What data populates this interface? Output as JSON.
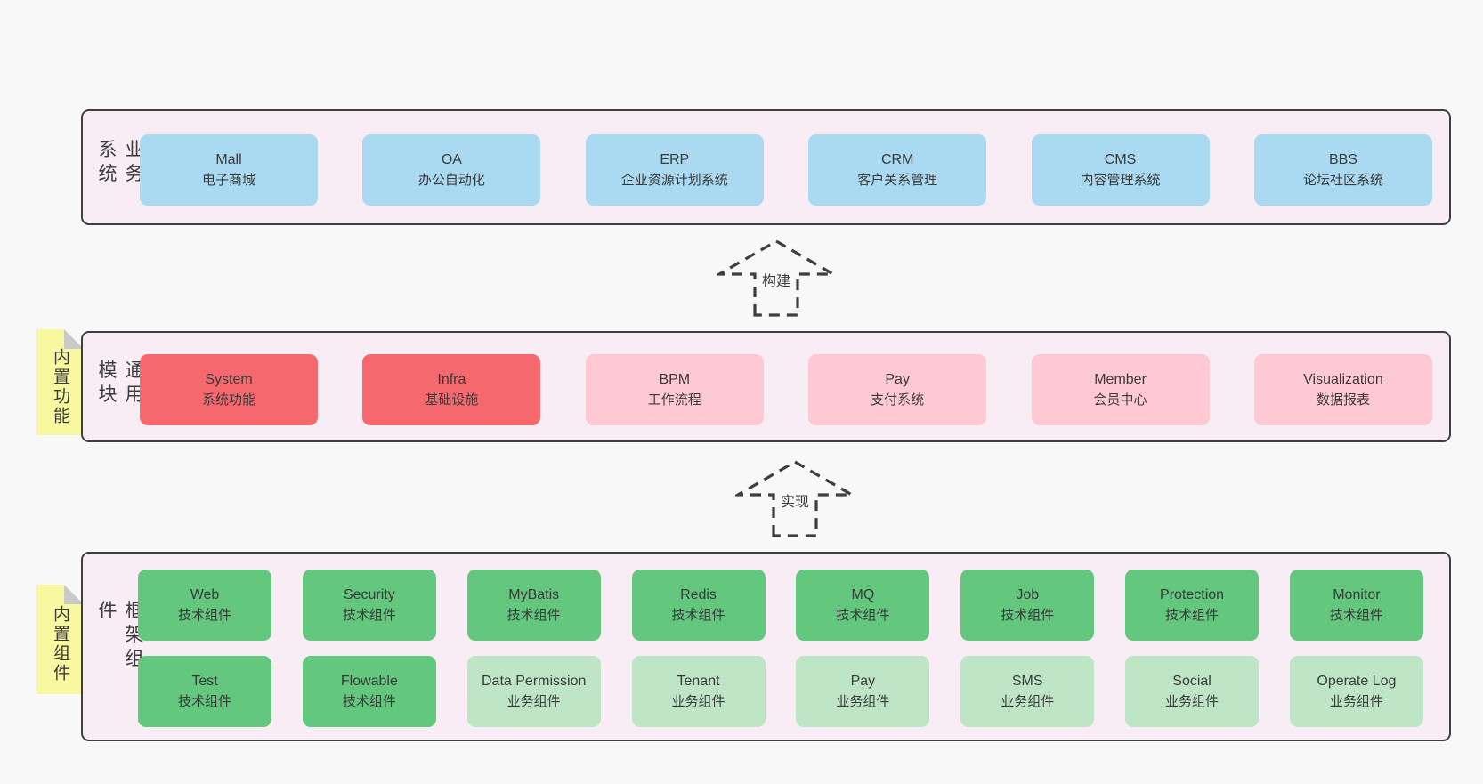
{
  "diagram": {
    "arrows": [
      {
        "label": "构建"
      },
      {
        "label": "实现"
      }
    ],
    "bands": [
      {
        "label": "业务系统",
        "boxes": [
          {
            "name": "Mall",
            "desc": "电子商城"
          },
          {
            "name": "OA",
            "desc": "办公自动化"
          },
          {
            "name": "ERP",
            "desc": "企业资源计划系统"
          },
          {
            "name": "CRM",
            "desc": "客户关系管理"
          },
          {
            "name": "CMS",
            "desc": "内容管理系统"
          },
          {
            "name": "BBS",
            "desc": "论坛社区系统"
          }
        ]
      },
      {
        "label": "通用模块",
        "note": "内置功能",
        "boxes": [
          {
            "name": "System",
            "desc": "系统功能"
          },
          {
            "name": "Infra",
            "desc": "基础设施"
          },
          {
            "name": "BPM",
            "desc": "工作流程"
          },
          {
            "name": "Pay",
            "desc": "支付系统"
          },
          {
            "name": "Member",
            "desc": "会员中心"
          },
          {
            "name": "Visualization",
            "desc": "数据报表"
          }
        ]
      },
      {
        "label": "框架组件",
        "note": "内置组件",
        "rows": [
          [
            {
              "name": "Web",
              "desc": "技术组件"
            },
            {
              "name": "Security",
              "desc": "技术组件"
            },
            {
              "name": "MyBatis",
              "desc": "技术组件"
            },
            {
              "name": "Redis",
              "desc": "技术组件"
            },
            {
              "name": "MQ",
              "desc": "技术组件"
            },
            {
              "name": "Job",
              "desc": "技术组件"
            },
            {
              "name": "Protection",
              "desc": "技术组件"
            },
            {
              "name": "Monitor",
              "desc": "技术组件"
            }
          ],
          [
            {
              "name": "Test",
              "desc": "技术组件"
            },
            {
              "name": "Flowable",
              "desc": "技术组件"
            },
            {
              "name": "Data Permission",
              "desc": "业务组件"
            },
            {
              "name": "Tenant",
              "desc": "业务组件"
            },
            {
              "name": "Pay",
              "desc": "业务组件"
            },
            {
              "name": "SMS",
              "desc": "业务组件"
            },
            {
              "name": "Social",
              "desc": "业务组件"
            },
            {
              "name": "Operate Log",
              "desc": "业务组件"
            }
          ]
        ]
      }
    ],
    "colors": {
      "page_bg": "#f8f8f8",
      "band_bg": "#f8edf5",
      "band_border": "#3f3f3f",
      "business_box_blue": "#aadaf2",
      "core_module_red": "#f5696e",
      "module_pink": "#fec9d2",
      "tech_component_green": "#63c77d",
      "biz_component_light_green": "#bee6c6",
      "note_yellow": "#f8f8a0",
      "note_fold_gray": "#c9c9c9",
      "text": "#3a3a3a"
    }
  }
}
